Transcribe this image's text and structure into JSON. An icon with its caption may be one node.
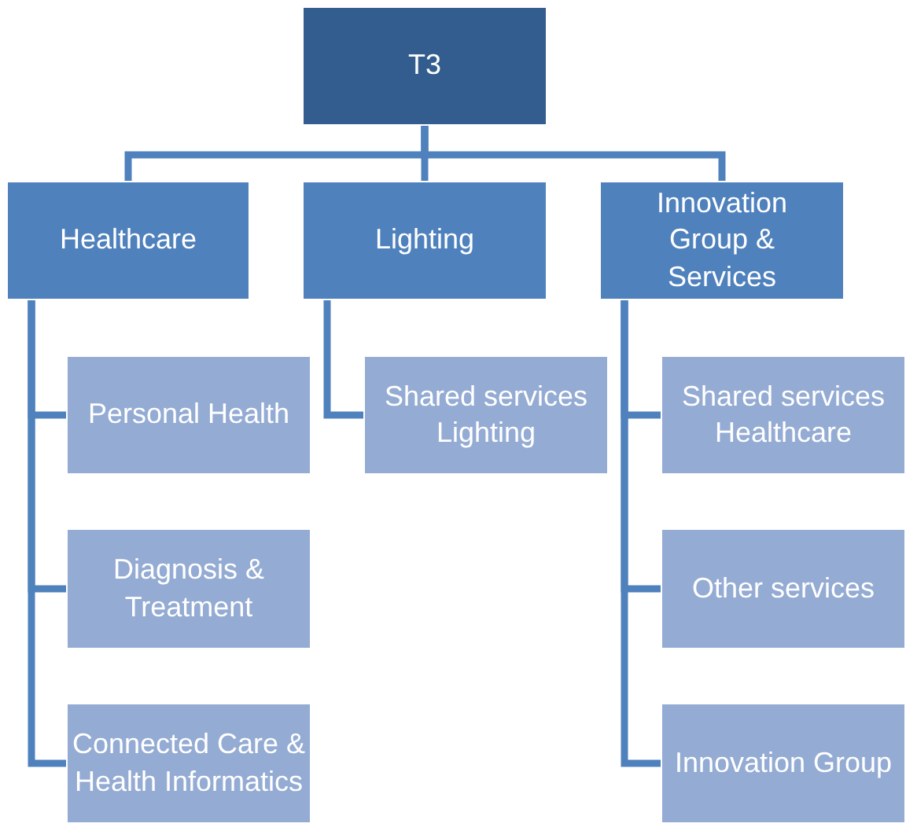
{
  "diagram": {
    "nodes": [
      {
        "text": [
          "T3"
        ]
      },
      {
        "text": [
          "Healthcare"
        ]
      },
      {
        "text": [
          "Lighting"
        ]
      },
      {
        "text": [
          "Innovation Group & Services"
        ]
      },
      {
        "text": [
          "Personal Health"
        ]
      },
      {
        "text": [
          "Diagnosis & Treatment"
        ]
      },
      {
        "text": [
          "Connected Care & Health Informatics"
        ]
      },
      {
        "text": [
          "Shared services Lighting"
        ]
      },
      {
        "text": [
          "Shared services Healthcare"
        ]
      },
      {
        "text": [
          "Other services"
        ]
      },
      {
        "text": [
          "Innovation Group"
        ]
      }
    ],
    "edges": [
      {
        "from": 0,
        "to": 1,
        "arrow": "none"
      },
      {
        "from": 0,
        "to": 2,
        "arrow": "none"
      },
      {
        "from": 0,
        "to": 3,
        "arrow": "none"
      },
      {
        "from": 1,
        "to": 4,
        "arrow": "none"
      },
      {
        "from": 1,
        "to": 5,
        "arrow": "none"
      },
      {
        "from": 1,
        "to": 6,
        "arrow": "none"
      },
      {
        "from": 2,
        "to": 7,
        "arrow": "none"
      },
      {
        "from": 3,
        "to": 8,
        "arrow": "none"
      },
      {
        "from": 3,
        "to": 9,
        "arrow": "none"
      },
      {
        "from": 3,
        "to": 10,
        "arrow": "none"
      }
    ]
  }
}
